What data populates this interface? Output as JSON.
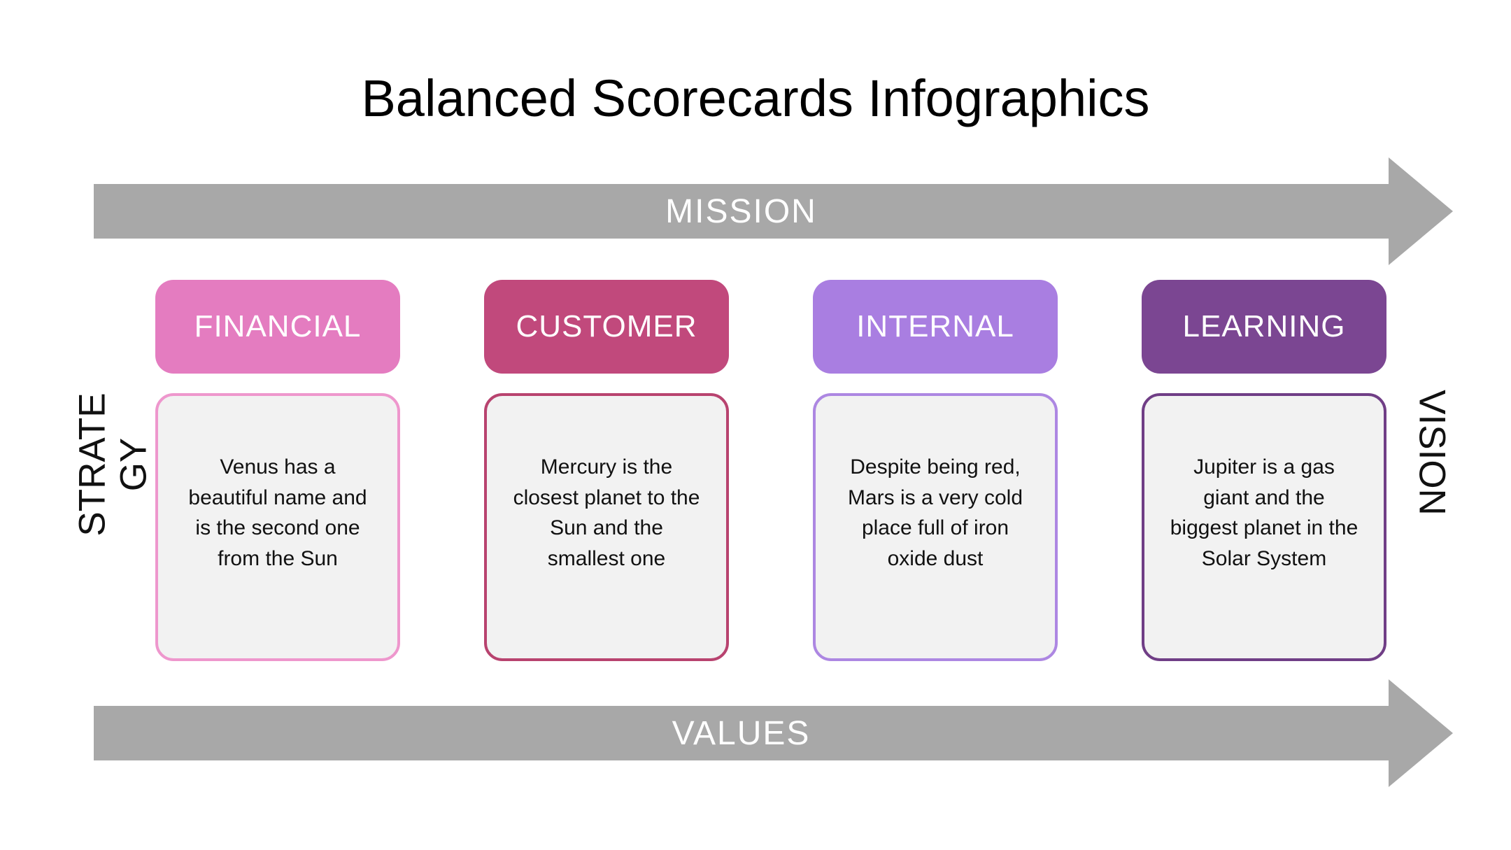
{
  "title": "Balanced Scorecards Infographics",
  "colors": {
    "arrow": "#a8a8a8",
    "card_body_bg": "#f2f2f2"
  },
  "arrows": {
    "top_label": "MISSION",
    "bottom_label": "VALUES"
  },
  "side_labels": {
    "left": "STRATE\nGY",
    "right": "VISION"
  },
  "cards": [
    {
      "title": "FINANCIAL",
      "body": "Venus has a beautiful name and is the second one from the Sun",
      "header_color": "#e47cc0",
      "border_color": "#ee97cd"
    },
    {
      "title": "CUSTOMER",
      "body": "Mercury is the closest planet to the Sun and the smallest one",
      "header_color": "#c1497c",
      "border_color": "#b8436f"
    },
    {
      "title": "INTERNAL",
      "body": "Despite being red, Mars is a very cold place full of iron oxide dust",
      "header_color": "#a97ee1",
      "border_color": "#ad87e2"
    },
    {
      "title": "LEARNING",
      "body": "Jupiter is a gas giant and the biggest planet in the Solar System",
      "header_color": "#7b4692",
      "border_color": "#703e86"
    }
  ]
}
